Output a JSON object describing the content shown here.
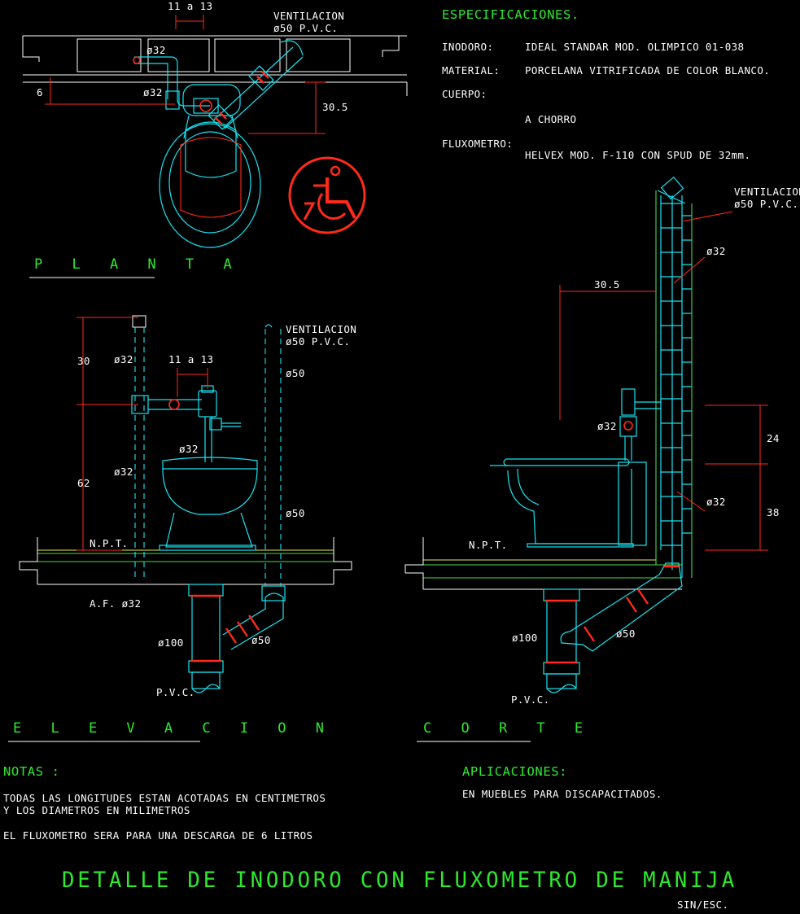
{
  "title": "DETALLE DE INODORO CON FLUXOMETRO DE MANIJA",
  "scale": "SIN/ESC.",
  "views": {
    "plan": "P L A N T A",
    "elevation": "E L E V A C I O N",
    "section": "C O R T E"
  },
  "specs": {
    "heading": "ESPECIFICACIONES.",
    "rows": [
      {
        "label": "INODORO:",
        "value": "IDEAL STANDAR MOD. OLIMPICO 01-038"
      },
      {
        "label": "MATERIAL:",
        "value": "PORCELANA VITRIFICADA DE COLOR BLANCO."
      },
      {
        "label": "CUERPO:",
        "value": ""
      },
      {
        "label": "",
        "value": "A CHORRO"
      },
      {
        "label": "FLUXOMETRO:",
        "value": "HELVEX MOD. F-110 CON SPUD DE 32mm."
      }
    ]
  },
  "notes": {
    "heading": "NOTAS :",
    "lines": [
      "TODAS LAS LONGITUDES ESTAN ACOTADAS EN CENTIMETROS",
      "Y LOS DIAMETROS EN MILIMETROS",
      "EL FLUXOMETRO SERA PARA UNA DESCARGA DE 6 LITROS"
    ]
  },
  "applications": {
    "heading": "APLICACIONES:",
    "text": "EN MUEBLES PARA DISCAPACITADOS."
  },
  "plan_labels": {
    "dim_top": "11 a 13",
    "vent_line1": "VENTILACION",
    "vent_line2": "ø50 P.V.C.",
    "d32_a": "ø32",
    "d32_b": "ø32",
    "dim_6": "6",
    "dim_305": "30.5"
  },
  "elevation_labels": {
    "dim_30": "30",
    "dim_62": "62",
    "d32_left": "ø32",
    "d32_low": "ø32",
    "d32_mid": "ø32",
    "dim_11_13": "11 a 13",
    "vent_line1": "VENTILACION",
    "vent_line2": "ø50 P.V.C.",
    "d50_a": "ø50",
    "d50_b": "ø50",
    "npt": "N.P.T.",
    "af": "A.F. ø32",
    "d100": "ø100",
    "d50_c": "ø50",
    "pvc": "P.V.C."
  },
  "section_labels": {
    "vent_line1": "VENTILACION",
    "vent_line2": "ø50 P.V.C.",
    "d32_top": "ø32",
    "dim_305": "30.5",
    "d32_valve": "ø32",
    "dim_24": "24",
    "d32_low": "ø32",
    "dim_38": "38",
    "npt": "N.P.T.",
    "d100": "ø100",
    "d50": "ø50",
    "pvc": "P.V.C."
  },
  "colors": {
    "background": "#000000",
    "text": "#ffffff",
    "heading_green": "#2ee82e",
    "pipe_cyan": "#18e4f2",
    "dimension_red": "#ff2a1a",
    "floor_green": "#4ad84a",
    "floor_yellow": "#e8e85a"
  },
  "icons": [
    "wheelchair-accessibility-icon"
  ]
}
